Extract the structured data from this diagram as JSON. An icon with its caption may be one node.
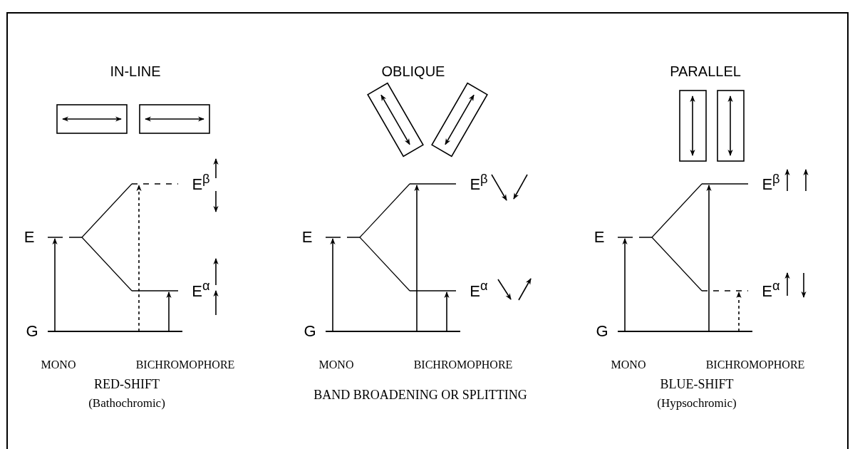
{
  "diagram": {
    "labels": [
      "IN-LINE",
      "E$^{β}$",
      "E",
      "E$^{α}$",
      "G",
      "MONO",
      "BICHROMOPHORE",
      "RED-SHIFT",
      "(Bathochromic)",
      "OBLIQUE",
      "E$^{β}$",
      "E",
      "E$^{α}$",
      "G",
      "MONO",
      "BICHROMOPHORE",
      "BAND BROADENING OR SPLITTING",
      "PARALLEL",
      "E$^{β}$",
      "E",
      "E$^{α}$",
      "G",
      "MONO",
      "BICHROMOPHORE",
      "BLUE-SHIFT",
      "(Hypsochromic)"
    ]
  }
}
